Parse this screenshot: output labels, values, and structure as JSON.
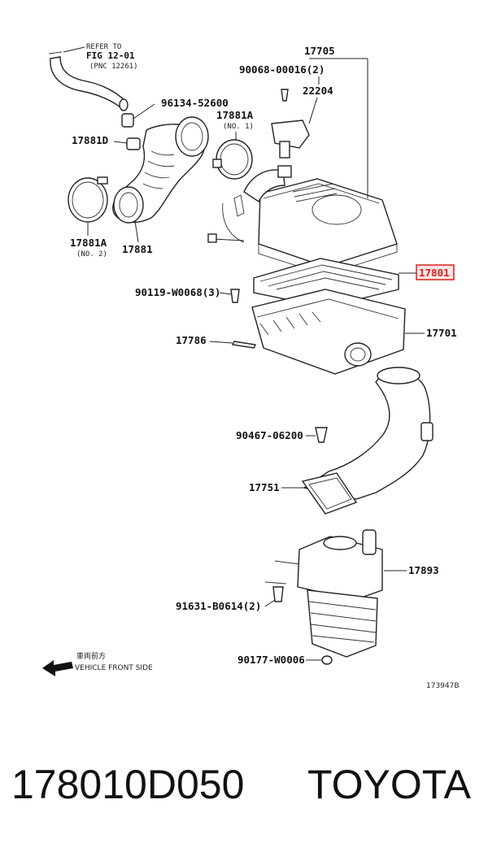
{
  "diagram": {
    "refer": {
      "line1": "REFER TO",
      "line2": "FIG 12-01",
      "line3": "(PNC 12261)"
    },
    "callouts": {
      "c17705": "17705",
      "c90068": "90068-00016(2)",
      "c22204": "22204",
      "c96134": "96134-52600",
      "c17881a1": "17881A",
      "c17881a1_sub": "(NO. 1)",
      "c17881d": "17881D",
      "c17881a2": "17881A",
      "c17881a2_sub": "(NO. 2)",
      "c17881": "17881",
      "c17801": "17801",
      "c90119": "90119-W0068(3)",
      "c17786": "17786",
      "c17701": "17701",
      "c90467": "90467-06200",
      "c17751": "17751",
      "c17893": "17893",
      "c91631": "91631-B0614(2)",
      "c90177": "90177-W0006"
    },
    "front_side_jp": "車両前方",
    "front_side_en": "VEHICLE FRONT SIDE",
    "figure_id": "173947B",
    "highlight_color": "#d92020"
  },
  "caption": {
    "part_number": "178010D050",
    "brand": "TOYOTA"
  }
}
